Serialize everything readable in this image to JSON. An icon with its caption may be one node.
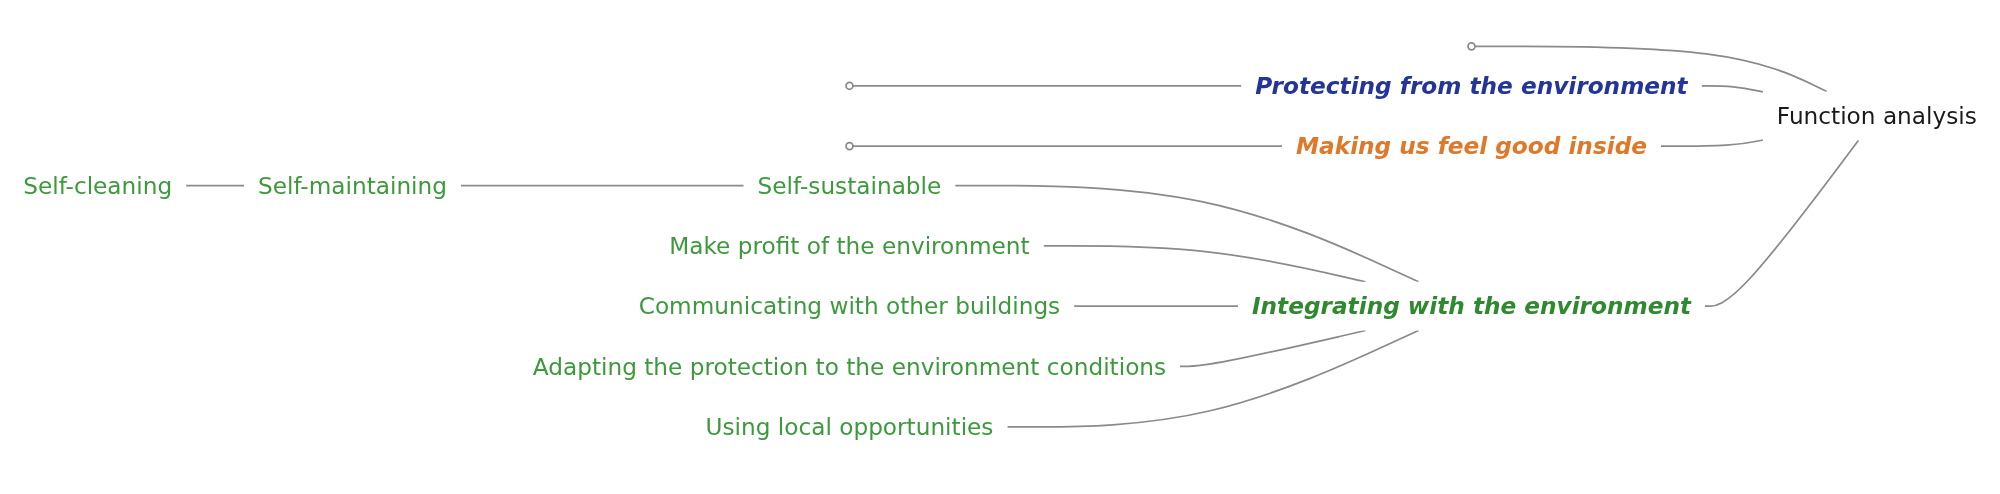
{
  "diagram": {
    "nodes": [
      {
        "text": [
          "Function analysis"
        ]
      },
      {
        "text": [],
        "shape": "circle"
      },
      {
        "text": [
          "Protecting from the environment"
        ]
      },
      {
        "text": [],
        "shape": "circle"
      },
      {
        "text": [
          "Making us feel good inside"
        ]
      },
      {
        "text": [],
        "shape": "circle"
      },
      {
        "text": [
          "Integrating with the environment"
        ]
      },
      {
        "text": [
          "Self-sustainable"
        ]
      },
      {
        "text": [
          "Self-maintaining"
        ]
      },
      {
        "text": [
          "Self-cleaning"
        ]
      },
      {
        "text": [
          "Make profit of the environment"
        ]
      },
      {
        "text": [
          "Communicating with other buildings"
        ]
      },
      {
        "text": [
          "Adapting the protection to the environment conditions"
        ]
      },
      {
        "text": [
          "Using local opportunities"
        ]
      }
    ],
    "edges": [
      {
        "from": 0,
        "to": 1,
        "arrow": "none"
      },
      {
        "from": 0,
        "to": 2,
        "arrow": "none"
      },
      {
        "from": 2,
        "to": 3,
        "arrow": "none"
      },
      {
        "from": 0,
        "to": 4,
        "arrow": "none"
      },
      {
        "from": 4,
        "to": 5,
        "arrow": "none"
      },
      {
        "from": 0,
        "to": 6,
        "arrow": "none"
      },
      {
        "from": 6,
        "to": 7,
        "arrow": "none"
      },
      {
        "from": 7,
        "to": 8,
        "arrow": "none"
      },
      {
        "from": 8,
        "to": 9,
        "arrow": "none"
      },
      {
        "from": 6,
        "to": 10,
        "arrow": "none"
      },
      {
        "from": 6,
        "to": 11,
        "arrow": "none"
      },
      {
        "from": 6,
        "to": 12,
        "arrow": "none"
      },
      {
        "from": 6,
        "to": 13,
        "arrow": "none"
      }
    ]
  }
}
